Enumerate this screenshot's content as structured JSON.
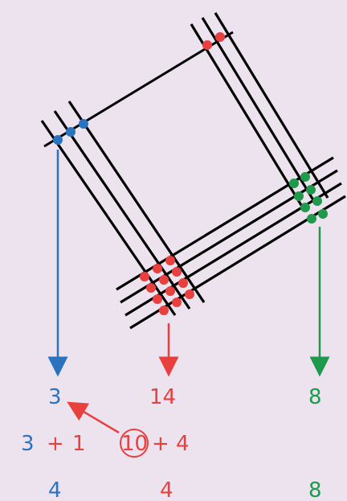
{
  "colors": {
    "background": "#ece3ee",
    "lines": "#000000",
    "blue": "#2a73bf",
    "red": "#e8403f",
    "green": "#1f9a4d",
    "dot_inner": "#ffffff"
  },
  "results": {
    "row1": {
      "left": "3",
      "middle": "14",
      "right": "8"
    },
    "row2": {
      "left_a": "3",
      "left_plus": "+",
      "left_b": "1",
      "circled": "10",
      "mid_plus": "+",
      "mid_b": "4"
    },
    "row3": {
      "left": "4",
      "middle": "4",
      "right": "8"
    }
  }
}
